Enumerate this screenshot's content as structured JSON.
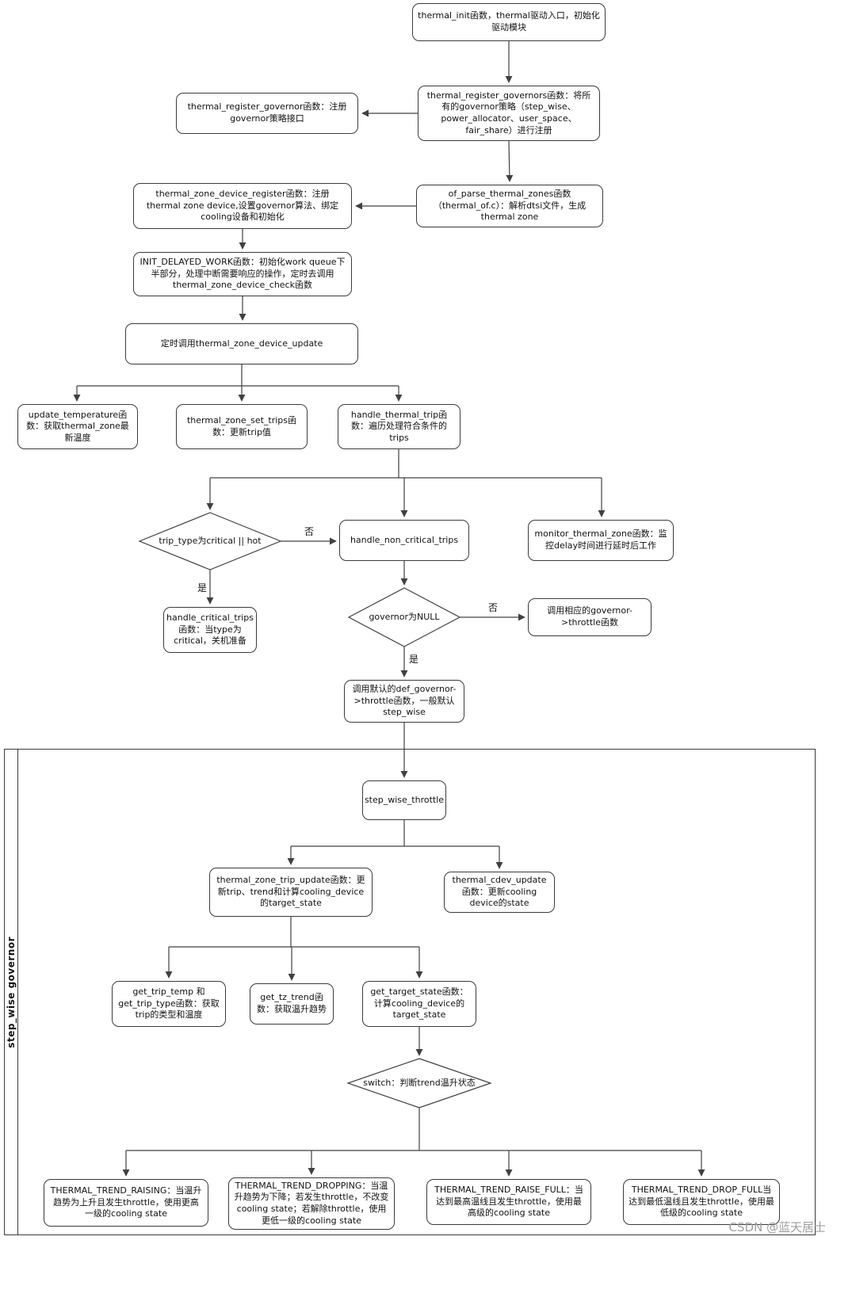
{
  "diagram": {
    "nodes": {
      "thermal_init": "thermal_init函数，thermal驱动入口，初始化驱动模块",
      "register_governors": "thermal_register_governors函数：将所有的governor策略（step_wise、power_allocator、user_space、fair_share）进行注册",
      "register_governor": "thermal_register_governor函数：注册governor策略接口",
      "of_parse_thermal_zones": "of_parse_thermal_zones函数（thermal_of.c）：解析dtsi文件，生成thermal zone",
      "tz_device_register": "thermal_zone_device_register函数：注册thermal zone device,设置governor算法、绑定cooling设备和初始化",
      "init_delayed_work": "INIT_DELAYED_WORK函数：初始化work queue下半部分，处理中断需要响应的操作，定时去调用thermal_zone_device_check函数",
      "timer_update": "定时调用thermal_zone_device_update",
      "update_temperature": "update_temperature函数：获取thermal_zone最新温度",
      "set_trips": "thermal_zone_set_trips函数：更新trip值",
      "handle_thermal_trip": "handle_thermal_trip函数：遍历处理符合条件的trips",
      "trip_type_decision": "trip_type为critical || hot",
      "handle_non_critical_trips": "handle_non_critical_trips",
      "monitor_thermal_zone": "monitor_thermal_zone函数：监控delay时间进行延时后工作",
      "handle_critical_trips": "handle_critical_trips函数：当type为critical，关机准备",
      "governor_null_decision": "governor为NULL",
      "call_governor_throttle": "调用相应的governor->throttle函数",
      "call_default_throttle": "调用默认的def_governor->throttle函数，一般默认step_wise",
      "step_wise_throttle": "step_wise_throttle",
      "trip_update": "thermal_zone_trip_update函数：更新trip、trend和计算cooling_device的target_state",
      "cdev_update": "thermal_cdev_update函数：更新cooling device的state",
      "get_trip_temp": "get_trip_temp 和get_trip_type函数：获取trip的类型和温度",
      "get_tz_trend": "get_tz_trend函数：获取温升趋势",
      "get_target_state": "get_target_state函数：计算cooling_device的target_state",
      "switch_decision": "switch：判断trend温升状态",
      "trend_raising": "THERMAL_TREND_RAISING：当温升趋势为上升且发生throttle，使用更高一级的cooling state",
      "trend_dropping": "THERMAL_TREND_DROPPING：当温升趋势为下降；若发生throttle，不改变cooling state；若解除throttle，使用更低一级的cooling state",
      "trend_raise_full": "THERMAL_TREND_RAISE_FULL：当达到最高温线且发生throttle，使用最高级的cooling state",
      "trend_drop_full": "THERMAL_TREND_DROP_FULL当达到最低温线且发生throttle，使用最低级的cooling state"
    },
    "edge_labels": {
      "trip_no": "否",
      "trip_yes": "是",
      "governor_no": "否",
      "governor_yes": "是"
    },
    "container_label": "step_wise governor",
    "watermark": "CSDN @蓝天居士",
    "colors": {
      "line": "#404040",
      "border": "#3b3b3b",
      "watermark": "#9e9e9e"
    }
  }
}
